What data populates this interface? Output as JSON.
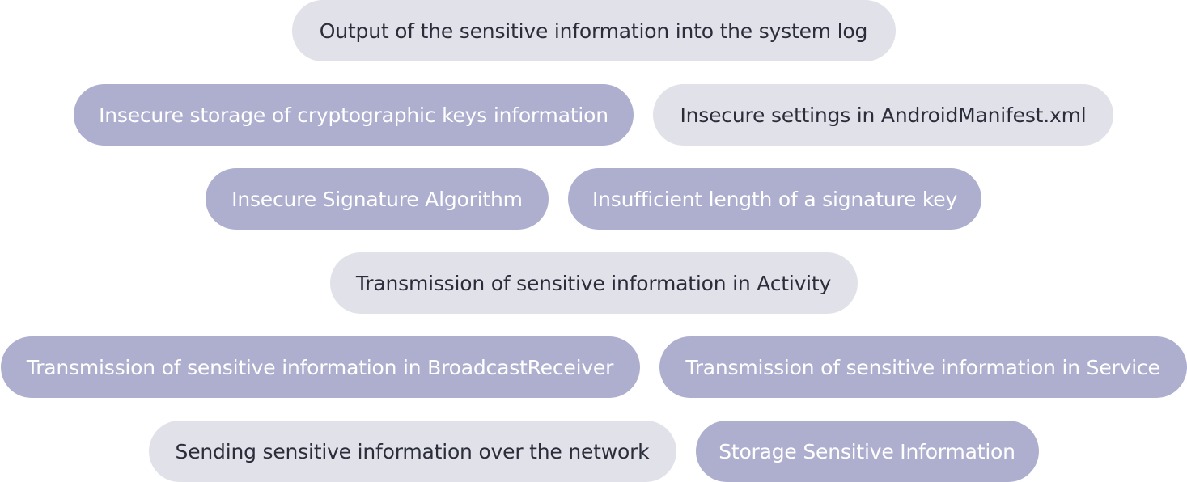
{
  "tags": {
    "row1": [
      {
        "label": "Output of the sensitive information into the system log",
        "style": "light",
        "color": "#e1e1e9"
      }
    ],
    "row2": [
      {
        "label": "Insecure storage of cryptographic keys information",
        "style": "dark",
        "color": "#aeafcf"
      },
      {
        "label": "Insecure settings in AndroidManifest.xml",
        "style": "light",
        "color": "#e1e1e9"
      }
    ],
    "row3": [
      {
        "label": "Insecure Signature Algorithm",
        "style": "dark",
        "color": "#aeafcf"
      },
      {
        "label": "Insufficient length of a signature key",
        "style": "dark",
        "color": "#aeafcf"
      }
    ],
    "row4": [
      {
        "label": "Transmission of sensitive information in Activity",
        "style": "light",
        "color": "#e1e1e9"
      }
    ],
    "row5": [
      {
        "label": "Transmission of sensitive information in BroadcastReceiver",
        "style": "dark",
        "color": "#aeafcf"
      },
      {
        "label": "Transmission of sensitive information in Service",
        "style": "dark",
        "color": "#aeafcf"
      }
    ],
    "row6": [
      {
        "label": "Sending sensitive information over the network",
        "style": "light",
        "color": "#e1e1e9"
      },
      {
        "label": "Storage Sensitive Information",
        "style": "dark",
        "color": "#aeafcf"
      }
    ]
  }
}
